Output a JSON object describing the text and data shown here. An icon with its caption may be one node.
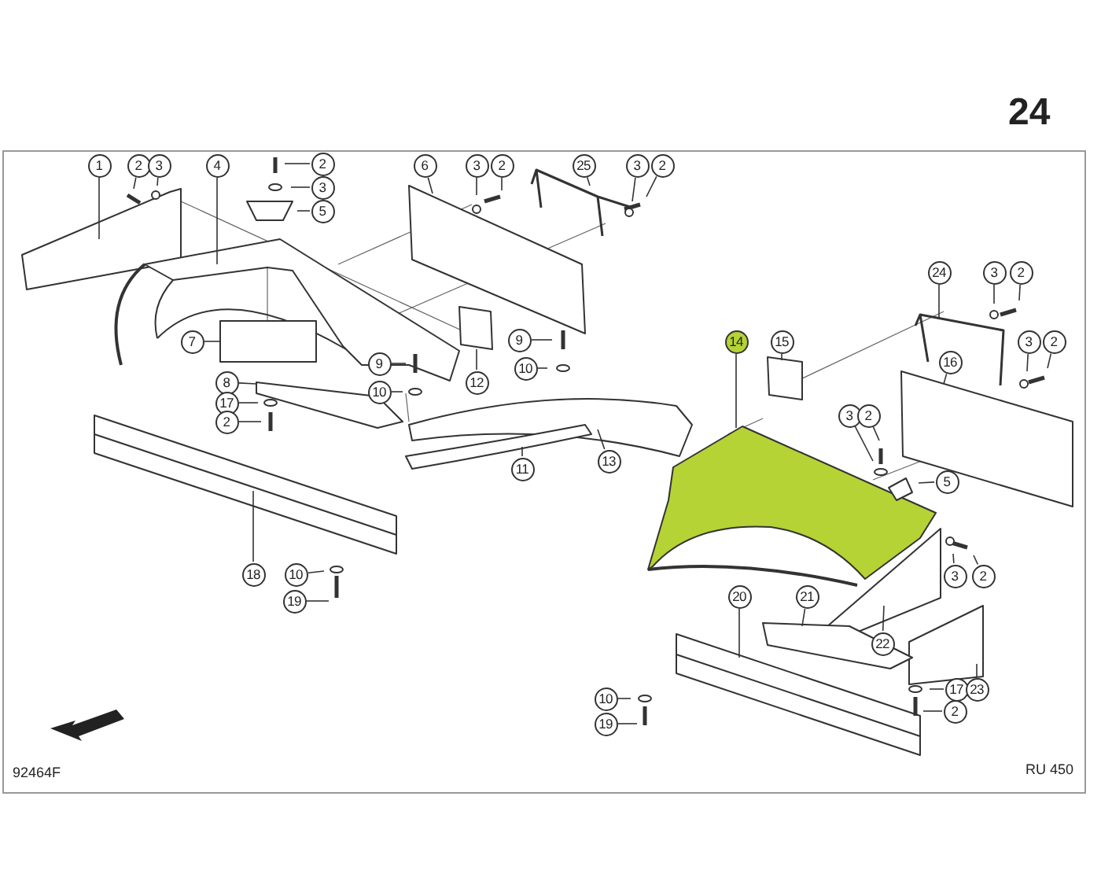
{
  "diagram": {
    "nodes": [
      {
        "text": [
          "1"
        ]
      },
      {
        "text": [
          "2"
        ]
      },
      {
        "text": [
          "3"
        ]
      },
      {
        "text": [
          "4"
        ]
      },
      {
        "text": [
          "2"
        ]
      },
      {
        "text": [
          "3"
        ]
      },
      {
        "text": [
          "5"
        ]
      },
      {
        "text": [
          "6"
        ]
      },
      {
        "text": [
          "3"
        ]
      },
      {
        "text": [
          "2"
        ]
      },
      {
        "text": [
          "25"
        ]
      },
      {
        "text": [
          "3"
        ]
      },
      {
        "text": [
          "2"
        ]
      },
      {
        "text": [
          "24"
        ]
      },
      {
        "text": [
          "3"
        ]
      },
      {
        "text": [
          "2"
        ]
      },
      {
        "text": [
          "7"
        ]
      },
      {
        "text": [
          "8"
        ]
      },
      {
        "text": [
          "17"
        ]
      },
      {
        "text": [
          "2"
        ]
      },
      {
        "text": [
          "9"
        ]
      },
      {
        "text": [
          "10"
        ]
      },
      {
        "text": [
          "12"
        ]
      },
      {
        "text": [
          "9"
        ]
      },
      {
        "text": [
          "10"
        ]
      },
      {
        "text": [
          "14"
        ]
      },
      {
        "text": [
          "15"
        ]
      },
      {
        "text": [
          "16"
        ]
      },
      {
        "text": [
          "3"
        ]
      },
      {
        "text": [
          "2"
        ]
      },
      {
        "text": [
          "3"
        ]
      },
      {
        "text": [
          "2"
        ]
      },
      {
        "text": [
          "11"
        ]
      },
      {
        "text": [
          "13"
        ]
      },
      {
        "text": [
          "5"
        ]
      },
      {
        "text": [
          "3"
        ]
      },
      {
        "text": [
          "2"
        ]
      },
      {
        "text": [
          "18"
        ]
      },
      {
        "text": [
          "10"
        ]
      },
      {
        "text": [
          "19"
        ]
      },
      {
        "text": [
          "20"
        ]
      },
      {
        "text": [
          "21"
        ]
      },
      {
        "text": [
          "22"
        ]
      },
      {
        "text": [
          "17"
        ]
      },
      {
        "text": [
          "23"
        ]
      },
      {
        "text": [
          "10"
        ]
      },
      {
        "text": [
          "19"
        ]
      },
      {
        "text": [
          "2"
        ]
      }
    ],
    "edges": [
      {
        "from": 0,
        "to": null,
        "arrow": "none"
      },
      {
        "from": 1,
        "to": null,
        "arrow": "none"
      },
      {
        "from": 2,
        "to": null,
        "arrow": "none"
      },
      {
        "from": 3,
        "to": null,
        "arrow": "none"
      },
      {
        "from": 4,
        "to": null,
        "arrow": "none"
      },
      {
        "from": 5,
        "to": null,
        "arrow": "none"
      },
      {
        "from": 6,
        "to": null,
        "arrow": "none"
      },
      {
        "from": 7,
        "to": null,
        "arrow": "none"
      },
      {
        "from": 8,
        "to": null,
        "arrow": "none"
      },
      {
        "from": 9,
        "to": null,
        "arrow": "none"
      },
      {
        "from": 10,
        "to": null,
        "arrow": "none"
      },
      {
        "from": 11,
        "to": null,
        "arrow": "none"
      },
      {
        "from": 12,
        "to": null,
        "arrow": "none"
      },
      {
        "from": 13,
        "to": null,
        "arrow": "none"
      },
      {
        "from": 14,
        "to": null,
        "arrow": "none"
      },
      {
        "from": 15,
        "to": null,
        "arrow": "none"
      },
      {
        "from": 16,
        "to": null,
        "arrow": "none"
      },
      {
        "from": 17,
        "to": null,
        "arrow": "none"
      },
      {
        "from": 18,
        "to": null,
        "arrow": "none"
      },
      {
        "from": 19,
        "to": null,
        "arrow": "none"
      },
      {
        "from": 20,
        "to": null,
        "arrow": "none"
      },
      {
        "from": 21,
        "to": null,
        "arrow": "none"
      },
      {
        "from": 22,
        "to": null,
        "arrow": "none"
      },
      {
        "from": 23,
        "to": null,
        "arrow": "none"
      },
      {
        "from": 24,
        "to": null,
        "arrow": "none"
      },
      {
        "from": 25,
        "to": null,
        "arrow": "none"
      },
      {
        "from": 26,
        "to": null,
        "arrow": "none"
      },
      {
        "from": 27,
        "to": null,
        "arrow": "none"
      },
      {
        "from": 28,
        "to": null,
        "arrow": "none"
      },
      {
        "from": 29,
        "to": null,
        "arrow": "none"
      },
      {
        "from": 30,
        "to": null,
        "arrow": "none"
      },
      {
        "from": 31,
        "to": null,
        "arrow": "none"
      },
      {
        "from": 32,
        "to": null,
        "arrow": "none"
      },
      {
        "from": 33,
        "to": null,
        "arrow": "none"
      },
      {
        "from": 34,
        "to": null,
        "arrow": "none"
      },
      {
        "from": 35,
        "to": null,
        "arrow": "none"
      },
      {
        "from": 36,
        "to": null,
        "arrow": "none"
      },
      {
        "from": 37,
        "to": null,
        "arrow": "none"
      },
      {
        "from": 38,
        "to": null,
        "arrow": "none"
      },
      {
        "from": 39,
        "to": null,
        "arrow": "none"
      },
      {
        "from": 40,
        "to": null,
        "arrow": "none"
      },
      {
        "from": 41,
        "to": null,
        "arrow": "none"
      },
      {
        "from": 42,
        "to": null,
        "arrow": "none"
      },
      {
        "from": 43,
        "to": null,
        "arrow": "none"
      },
      {
        "from": 44,
        "to": null,
        "arrow": "none"
      },
      {
        "from": 45,
        "to": null,
        "arrow": "none"
      },
      {
        "from": 46,
        "to": null,
        "arrow": "none"
      },
      {
        "from": 47,
        "to": null,
        "arrow": "none"
      }
    ],
    "labels": [
      "24",
      "92464F",
      "RU 450"
    ]
  }
}
